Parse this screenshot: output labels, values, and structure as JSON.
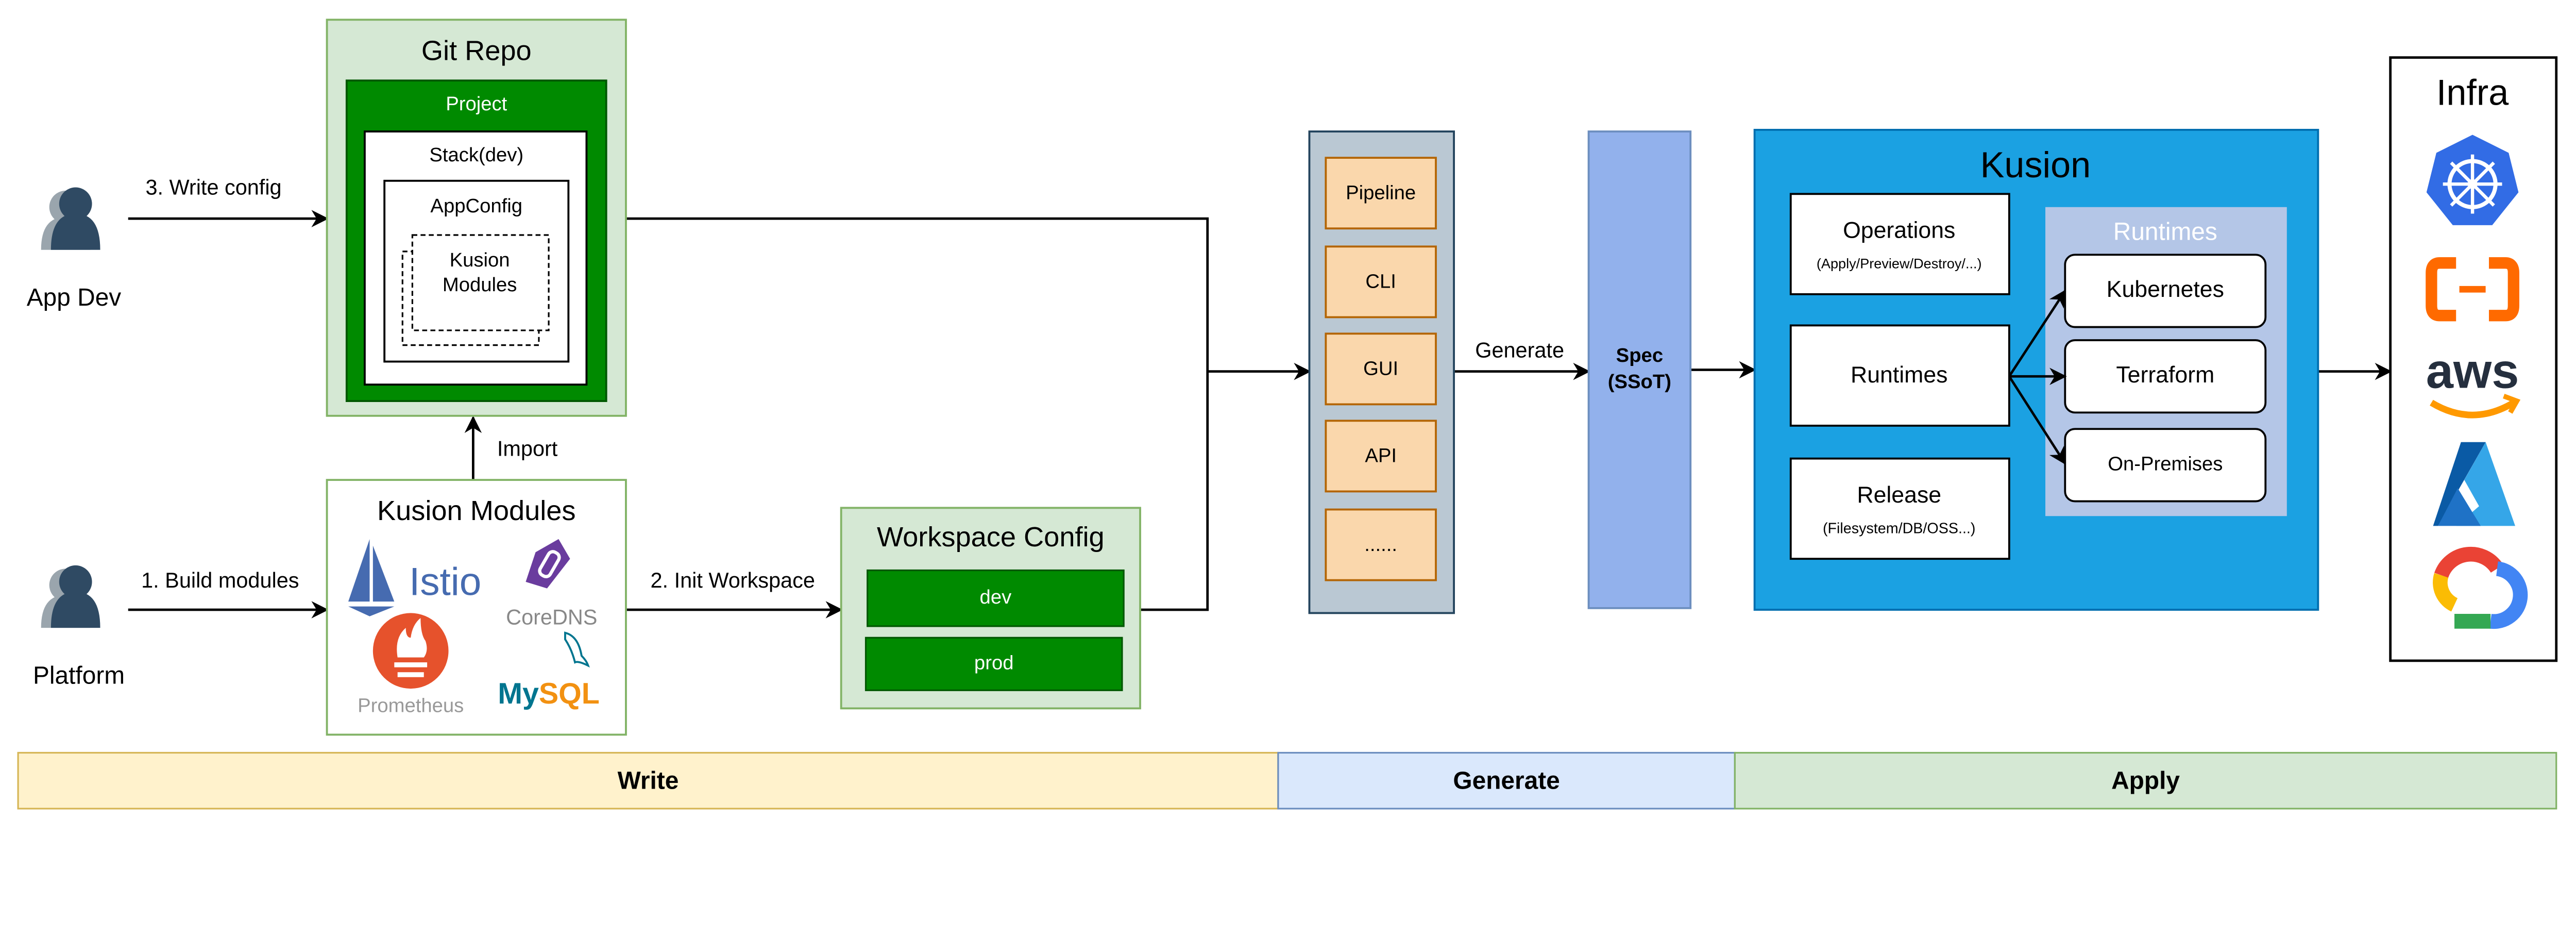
{
  "actors": {
    "app_dev": "App Dev",
    "platform": "Platform"
  },
  "edges": {
    "write_config": "3. Write config",
    "build_modules": "1. Build modules",
    "import": "Import",
    "init_workspace": "2. Init Workspace",
    "generate": "Generate"
  },
  "git_repo": {
    "title": "Git Repo",
    "project": "Project",
    "stack": "Stack(dev)",
    "appconfig": "AppConfig",
    "modules_line1": "Kusion",
    "modules_line2": "Modules"
  },
  "kusion_modules": {
    "title": "Kusion Modules",
    "logos": [
      "Istio",
      "CoreDNS",
      "Prometheus",
      "MySQL"
    ]
  },
  "workspace_config": {
    "title": "Workspace Config",
    "items": [
      "dev",
      "prod"
    ]
  },
  "interfaces": [
    "Pipeline",
    "CLI",
    "GUI",
    "API",
    "......"
  ],
  "spec": {
    "line1": "Spec",
    "line2": "(SSoT)"
  },
  "kusion": {
    "title": "Kusion",
    "operations": {
      "title": "Operations",
      "sub": "(Apply/Preview/Destroy/...)"
    },
    "runtimes": "Runtimes",
    "release": {
      "title": "Release",
      "sub": "(Filesystem/DB/OSS...)"
    },
    "runtimes_group": {
      "title": "Runtimes",
      "items": [
        "Kubernetes",
        "Terraform",
        "On-Premises"
      ]
    }
  },
  "infra": {
    "title": "Infra",
    "icons": [
      "kubernetes-icon",
      "alibaba-cloud-icon",
      "aws-icon",
      "azure-icon",
      "google-cloud-icon"
    ]
  },
  "phases": [
    {
      "label": "Write",
      "fill": "#fff2cc",
      "stroke": "#d6b656"
    },
    {
      "label": "Generate",
      "fill": "#dae8fc",
      "stroke": "#6c8ebf"
    },
    {
      "label": "Apply",
      "fill": "#d5e8d4",
      "stroke": "#82b366"
    }
  ],
  "colors": {
    "green_dark": "#008a00",
    "green_light": "#d5e8d4",
    "tool_bg": "#bac8d3",
    "tool_item": "#fad7ac",
    "spec": "#92b1ec",
    "kusion": "#1ba1e2",
    "runtimes_group": "#b4c6e7"
  }
}
